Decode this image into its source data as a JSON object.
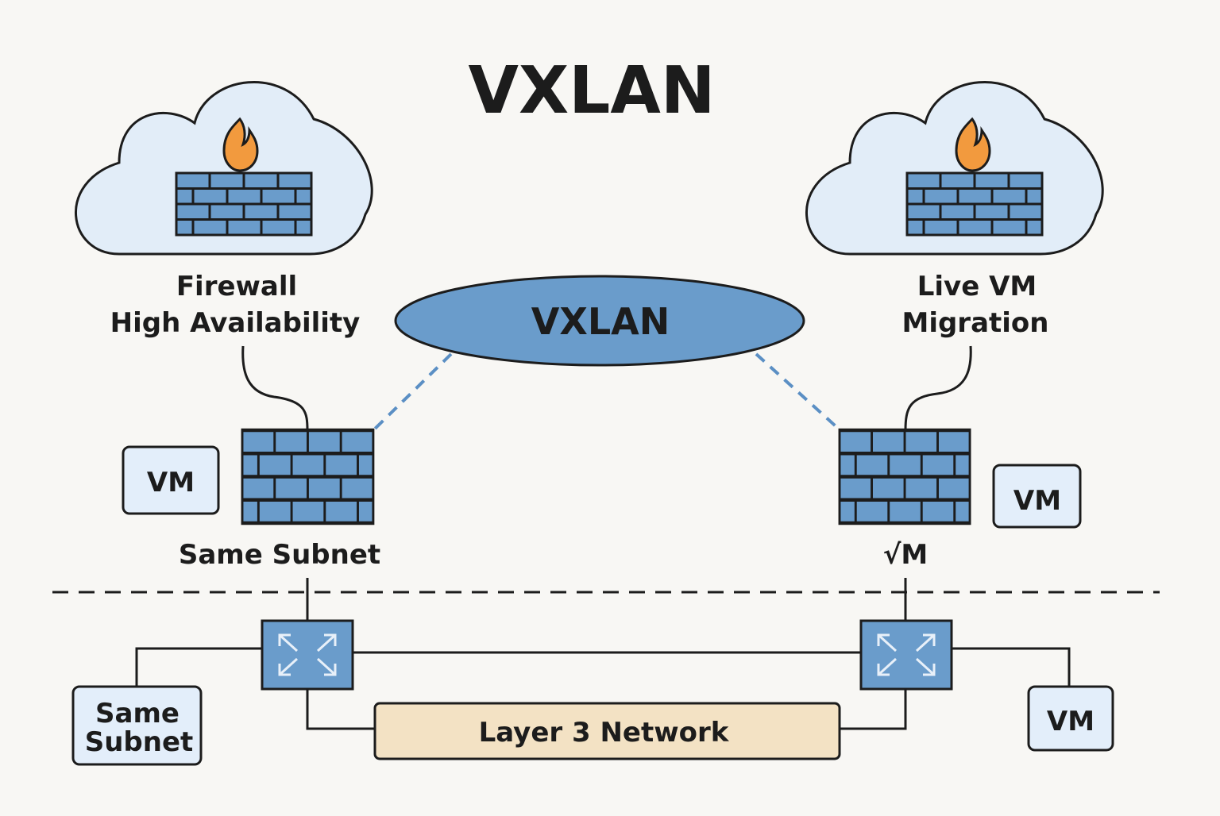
{
  "title": "VXLAN",
  "overlay": {
    "label": "VXLAN"
  },
  "clouds": {
    "left": {
      "label_line1": "Firewall",
      "label_line2": "High Availability"
    },
    "right": {
      "label_line1": "Live VM",
      "label_line2": "Migration"
    }
  },
  "vm_boxes": {
    "upper_left": "VM",
    "upper_right": "VM",
    "lower_right": "VM"
  },
  "labels": {
    "left_firewall": "Same Subnet",
    "right_firewall": "√M"
  },
  "same_subnet_box": {
    "line1": "Same",
    "line2": "Subnet"
  },
  "layer3": {
    "label": "Layer 3 Network"
  },
  "colors": {
    "cloud_fill": "#e2edf8",
    "brick_fill": "#6a9ccb",
    "flame": "#f29a3e",
    "oval_fill": "#6a9ccb",
    "box_fill": "#e3eefa",
    "layer3_fill": "#f3e2c4",
    "outline": "#1c1c1c",
    "dashed_link": "#5b8fc4"
  }
}
